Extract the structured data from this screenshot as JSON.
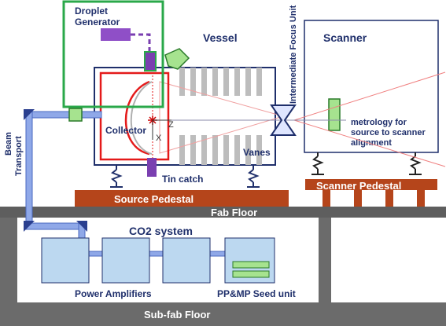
{
  "labels": {
    "droplet_generator": [
      "Droplet",
      "Generator"
    ],
    "vessel": "Vessel",
    "scanner": "Scanner",
    "intermediate_focus_unit": "Intermediate Focus Unit",
    "collector": "Collector",
    "axis_z": "Z",
    "axis_x": "X",
    "vanes": "Vanes",
    "tin_catch": "Tin catch",
    "metrology": [
      "metrology for",
      "source to scanner",
      "alignment"
    ],
    "beam_transport": [
      "Beam",
      "Transport"
    ],
    "source_pedestal": "Source Pedestal",
    "scanner_pedestal": "Scanner Pedestal",
    "fab_floor": "Fab Floor",
    "co2_system": "CO2 system",
    "power_amplifiers": "Power Amplifiers",
    "seed_unit": "PP&MP Seed unit",
    "sub_fab_floor": "Sub-fab Floor"
  },
  "colors": {
    "droplet_box": "#2aa84a",
    "collector": "#e41a1a",
    "droplet_purple": "#7a3fb0",
    "beam_blue": "#8fa8e8",
    "beam_blue_dark": "#4a68c0",
    "pedestal": "#b5451b",
    "floor_gray": "#6b6b6b",
    "floor_dark": "#4a4a4a",
    "module_blue": "#bcd8f0",
    "green_fill": "#a6e38f",
    "vane_gray": "#bdbdbd"
  }
}
